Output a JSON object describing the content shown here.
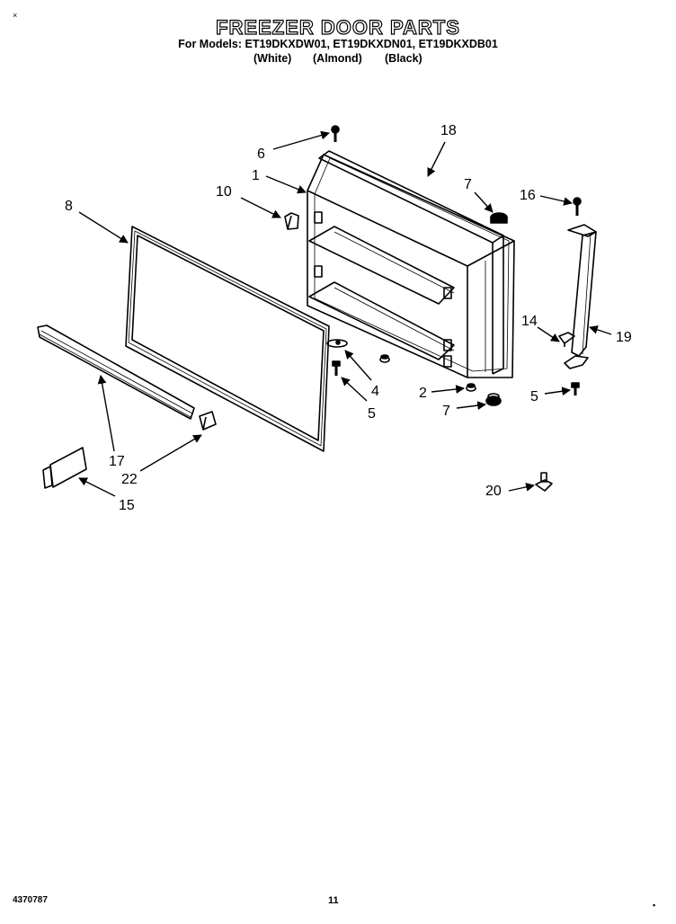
{
  "header": {
    "corner_mark": "×",
    "title": "FREEZER DOOR PARTS",
    "models": "For Models: ET19DKXDW01, ET19DKXDN01, ET19DKXDB01",
    "colors": [
      "(White)",
      "(Almond)",
      "(Black)"
    ]
  },
  "callouts": [
    {
      "id": "1",
      "label": "1"
    },
    {
      "id": "2",
      "label": "2"
    },
    {
      "id": "4",
      "label": "4"
    },
    {
      "id": "5a",
      "label": "5"
    },
    {
      "id": "5b",
      "label": "5"
    },
    {
      "id": "6",
      "label": "6"
    },
    {
      "id": "7a",
      "label": "7"
    },
    {
      "id": "7b",
      "label": "7"
    },
    {
      "id": "8",
      "label": "8"
    },
    {
      "id": "10",
      "label": "10"
    },
    {
      "id": "14",
      "label": "14"
    },
    {
      "id": "15",
      "label": "15"
    },
    {
      "id": "16",
      "label": "16"
    },
    {
      "id": "17",
      "label": "17"
    },
    {
      "id": "18",
      "label": "18"
    },
    {
      "id": "19",
      "label": "19"
    },
    {
      "id": "20",
      "label": "20"
    },
    {
      "id": "22",
      "label": "22"
    }
  ],
  "footer": {
    "doc_number": "4370787",
    "page_number": "11",
    "dot_mark": "▪"
  }
}
